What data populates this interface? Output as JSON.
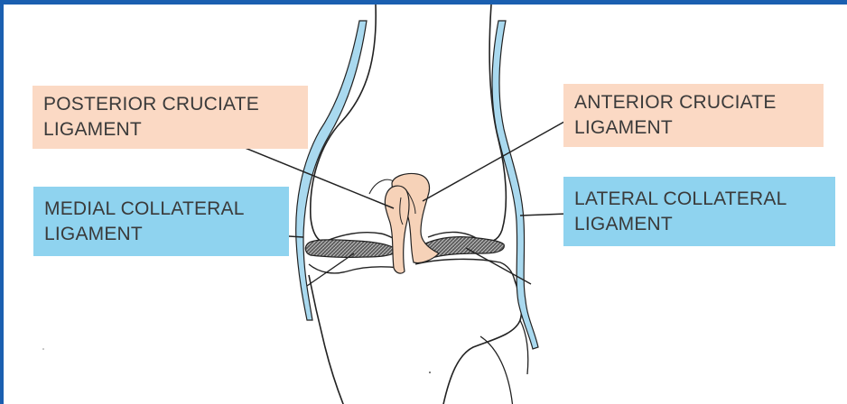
{
  "labels": {
    "posterior_cruciate": {
      "line1": "POSTERIOR CRUCIATE",
      "line2": "LIGAMENT"
    },
    "anterior_cruciate": {
      "line1": "ANTERIOR CRUCIATE",
      "line2": "LIGAMENT"
    },
    "medial_collateral": {
      "line1": "MEDIAL COLLATERAL",
      "line2": "LIGAMENT"
    },
    "lateral_collateral": {
      "line1": "LATERAL COLLATERAL",
      "line2": "LIGAMENT"
    }
  },
  "colors": {
    "frame_border": "#1a5fb0",
    "cruciate_label_bg": "#fbd9c4",
    "collateral_label_bg": "#8fd3ef",
    "collateral_ligament_fill": "#a9d9ef",
    "cruciate_ligament_fill": "#f6d2b8",
    "meniscus_fill": "#6a6a6a",
    "outline": "#222222"
  }
}
